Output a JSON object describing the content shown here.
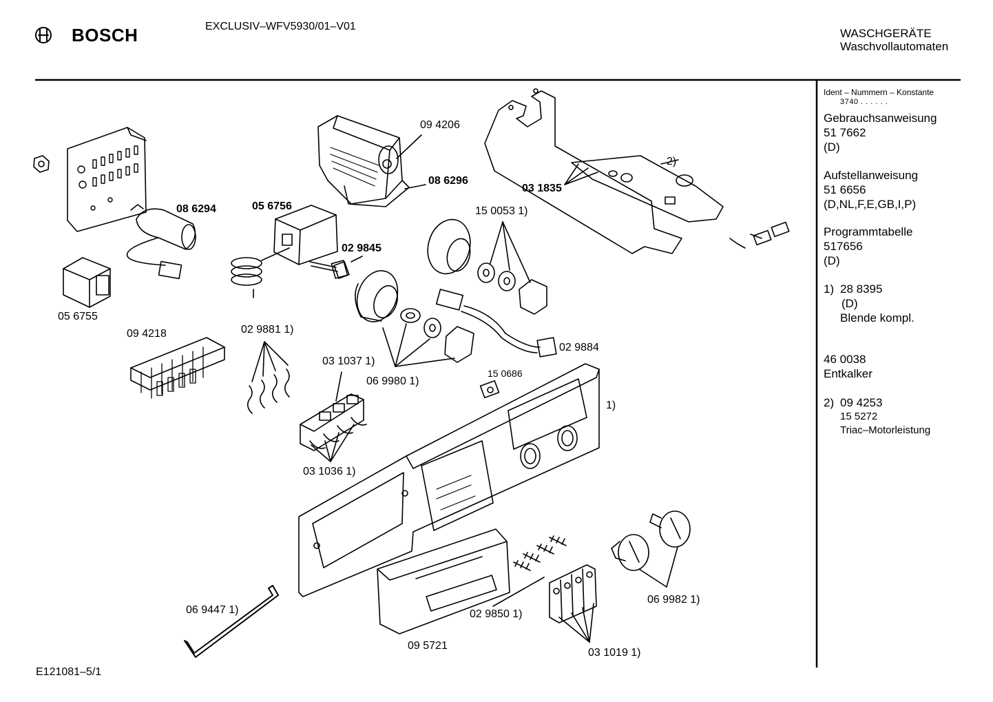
{
  "header": {
    "brand": "BOSCH",
    "model": "EXCLUSIV–WFV5930/01–V01",
    "category_line1": "WASCHGERÄTE",
    "category_line2": "Waschvollautomaten"
  },
  "sidebar": {
    "ident_heading": "Ident – Nummern – Konstante",
    "ident_value": "3740 . .  . . . .",
    "docs": [
      {
        "title": "Gebrauchsanweisung",
        "number": "51 7662",
        "lang": "(D)"
      },
      {
        "title": "Aufstellanweisung",
        "number": "51 6656",
        "lang": "(D,NL,F,E,GB,I,P)"
      },
      {
        "title": "Programmtabelle",
        "number": "517656",
        "lang": "(D)"
      }
    ],
    "note1": {
      "ref": "1)",
      "number": "28 8395",
      "lang": "(D)",
      "desc": "Blende kompl."
    },
    "descaler": {
      "number": "46 0038",
      "desc": "Entkalker"
    },
    "note2": {
      "ref": "2)",
      "number": "09 4253",
      "sub_number": "15 5272",
      "desc": "Triac–Motorleistung"
    }
  },
  "parts": {
    "p094206": "09 4206",
    "p086296": "08 6296",
    "p031835": "03 1835",
    "ref2": "2)",
    "p086294": "08 6294",
    "p056756": "05 6756",
    "p029845": "02 9845",
    "p150053": "15 0053 1)",
    "p056755": "05 6755",
    "p094218": "09 4218",
    "p029881": "02 9881 1)",
    "p031037": "03 1037 1)",
    "p069980": "06 9980 1)",
    "p029884": "02 9884",
    "p150686": "15 0686",
    "ref1": "1)",
    "p031036": "03 1036 1)",
    "p069447": "06 9447 1)",
    "p029850": "02 9850 1)",
    "p095721": "09 5721",
    "p069982": "06 9982 1)",
    "p031019": "03 1019 1)"
  },
  "footer": {
    "code": "E121081–5/1"
  }
}
